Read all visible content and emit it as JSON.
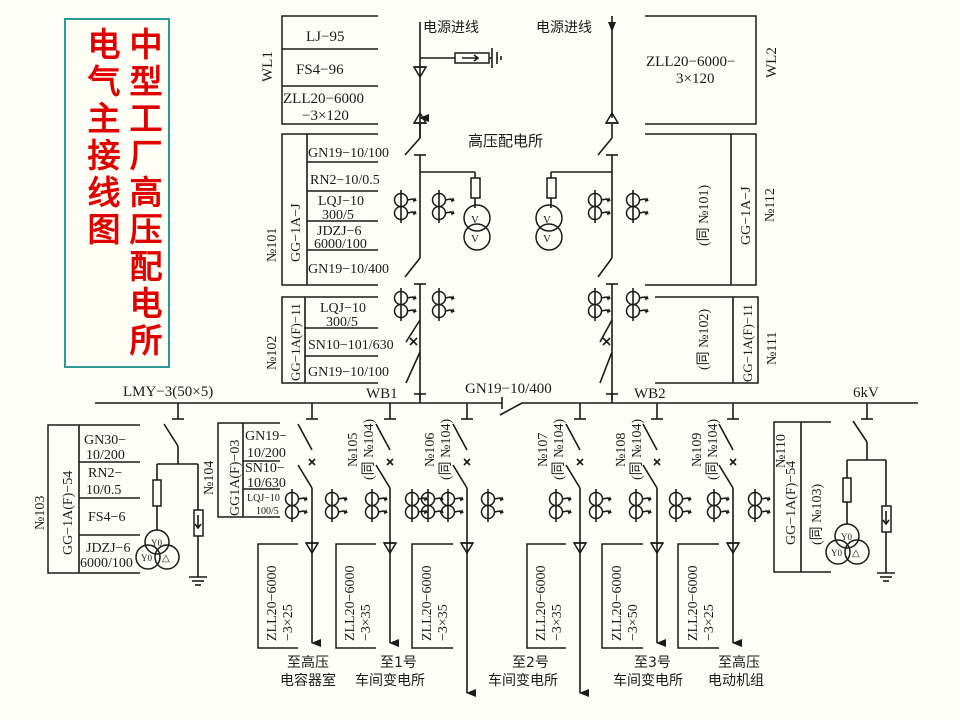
{
  "title": {
    "line1": "中型工厂高压配电所",
    "line2": "电气主接线图",
    "color": "#e00000",
    "border_color": "#2a9a96"
  },
  "incoming": {
    "left_label": "电源进线",
    "right_label": "电源进线",
    "substation_label": "高压配电所"
  },
  "wl1": {
    "id": "WL1",
    "rows": [
      "LJ−95",
      "FS4−96",
      "ZLL20−6000",
      "−3×120"
    ]
  },
  "wl2": {
    "id": "WL2",
    "rows": [
      "ZLL20−6000−",
      "3×120"
    ]
  },
  "cabinet_101": {
    "no": "№101",
    "type": "GG−1A−J",
    "rows": [
      "GN19−10/100",
      "RN2−10/0.5",
      "LQJ−10",
      "300/5",
      "JDZJ−6",
      "6000/100",
      "GN19−10/400"
    ]
  },
  "cabinet_102": {
    "no": "№102",
    "type": "GG−1A(F)−11",
    "rows": [
      "LQJ−10",
      "300/5",
      "SN10−101/630",
      "GN19−10/100"
    ]
  },
  "cabinet_112": {
    "no": "№112",
    "type": "GG−1A−J",
    "same_as": "(同 №101)"
  },
  "cabinet_111": {
    "no": "№111",
    "type": "GG−1A(F)−11",
    "same_as": "(同 №102)"
  },
  "busbar": {
    "spec": "LMY−3(50×5)",
    "wb1": "WB1",
    "wb2": "WB2",
    "tie_switch": "GN19−10/400",
    "voltage": "6kV"
  },
  "cabinet_103": {
    "no": "№103",
    "type": "GG−1A(F)−54",
    "rows": [
      "GN30−",
      "10/200",
      "RN2−",
      "10/0.5",
      "FS4−6",
      "JDZJ−6",
      "6000/100"
    ]
  },
  "cabinet_104": {
    "no": "№104",
    "type": "GG1A(F)−03",
    "rows": [
      "GN19−",
      "10/200",
      "SN10−",
      "10/630",
      "LQJ−10",
      "100/5"
    ]
  },
  "cabinet_110": {
    "no": "№110",
    "type": "GG−1A(F)−54",
    "same_as": "(同 №103)"
  },
  "feeders": [
    {
      "no": "№104",
      "same_as": "",
      "cable": "ZLL20−6000",
      "size": "−3×25",
      "dest1": "至高压",
      "dest2": "电容器室"
    },
    {
      "no": "№105",
      "same_as": "(同 №104)",
      "cable": "ZLL20−6000",
      "size": "−3×35",
      "dest1": "至1号",
      "dest2": "车间变电所"
    },
    {
      "no": "№106",
      "same_as": "(同 №104)",
      "cable": "ZLL20−6000",
      "size": "−3×35",
      "dest1": "",
      "dest2": ""
    },
    {
      "no": "№107",
      "same_as": "(同 №104)",
      "cable": "ZLL20−6000",
      "size": "−3×35",
      "dest1": "至2号",
      "dest2": "车间变电所"
    },
    {
      "no": "№108",
      "same_as": "(同 №104)",
      "cable": "ZLL20−6000",
      "size": "−3×50",
      "dest1": "至3号",
      "dest2": "车间变电所"
    },
    {
      "no": "№109",
      "same_as": "(同 №104)",
      "cable": "ZLL20−6000",
      "size": "−3×25",
      "dest1": "至高压",
      "dest2": "电动机组"
    }
  ],
  "symbols": {
    "pt_left": "Y0",
    "pt_delta": "△",
    "vt_glyph": "V"
  }
}
